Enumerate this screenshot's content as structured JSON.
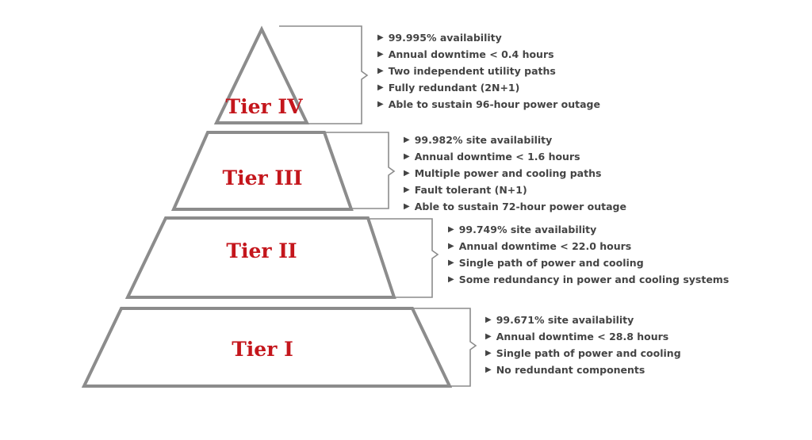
{
  "tiers": [
    {
      "label": "Tier IV",
      "bullets": [
        "99.995% availability",
        "Annual downtime < 0.4 hours",
        "Two independent utility paths",
        "Fully redundant (2N+1)",
        "Able to sustain 96-hour power outage"
      ]
    },
    {
      "label": "Tier III",
      "bullets": [
        "99.982% site availability",
        "Annual downtime < 1.6 hours",
        "Multiple power and cooling paths",
        "Fault tolerant (N+1)",
        "Able to sustain 72-hour power outage"
      ]
    },
    {
      "label": "Tier II",
      "bullets": [
        "99.749% site availability",
        "Annual downtime < 22.0 hours",
        "Single path of power and cooling",
        "Some redundancy in power and cooling systems"
      ]
    },
    {
      "label": "Tier I",
      "bullets": [
        "99.671% site availability",
        "Annual downtime < 28.8 hours",
        "Single path of power and cooling",
        "No redundant components"
      ]
    }
  ],
  "colors": {
    "tier_label": "#c4161c",
    "outline": "#8c8c8c",
    "bullet_text": "#444444"
  },
  "icons": {
    "bullet": "right-pointing-triangle"
  }
}
